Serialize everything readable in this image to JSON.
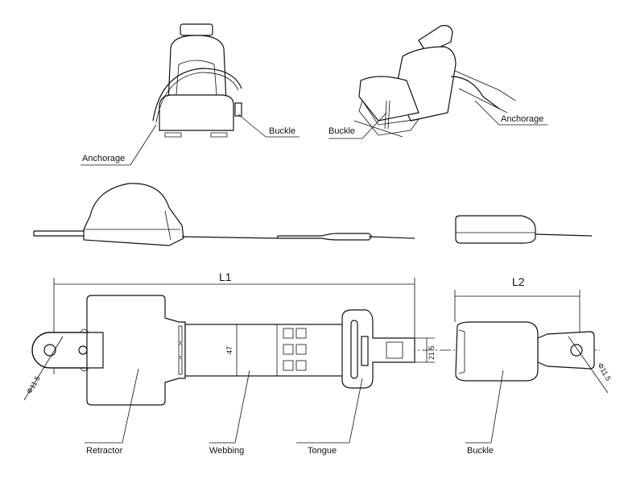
{
  "top_left_view": {
    "buckle_label": "Buckle",
    "anchorage_label": "Anchorage"
  },
  "top_right_view": {
    "buckle_label": "Buckle",
    "anchorage_label": "Anchorage"
  },
  "dimensions": {
    "l1": "L1",
    "l2": "L2",
    "webbing_width": "47",
    "tongue_width": "21.5",
    "hole_left": "Φ11.5",
    "hole_right": "Φ11.5"
  },
  "parts": {
    "retractor": "Retractor",
    "webbing": "Webbing",
    "tongue": "Tongue",
    "buckle": "Buckle"
  }
}
